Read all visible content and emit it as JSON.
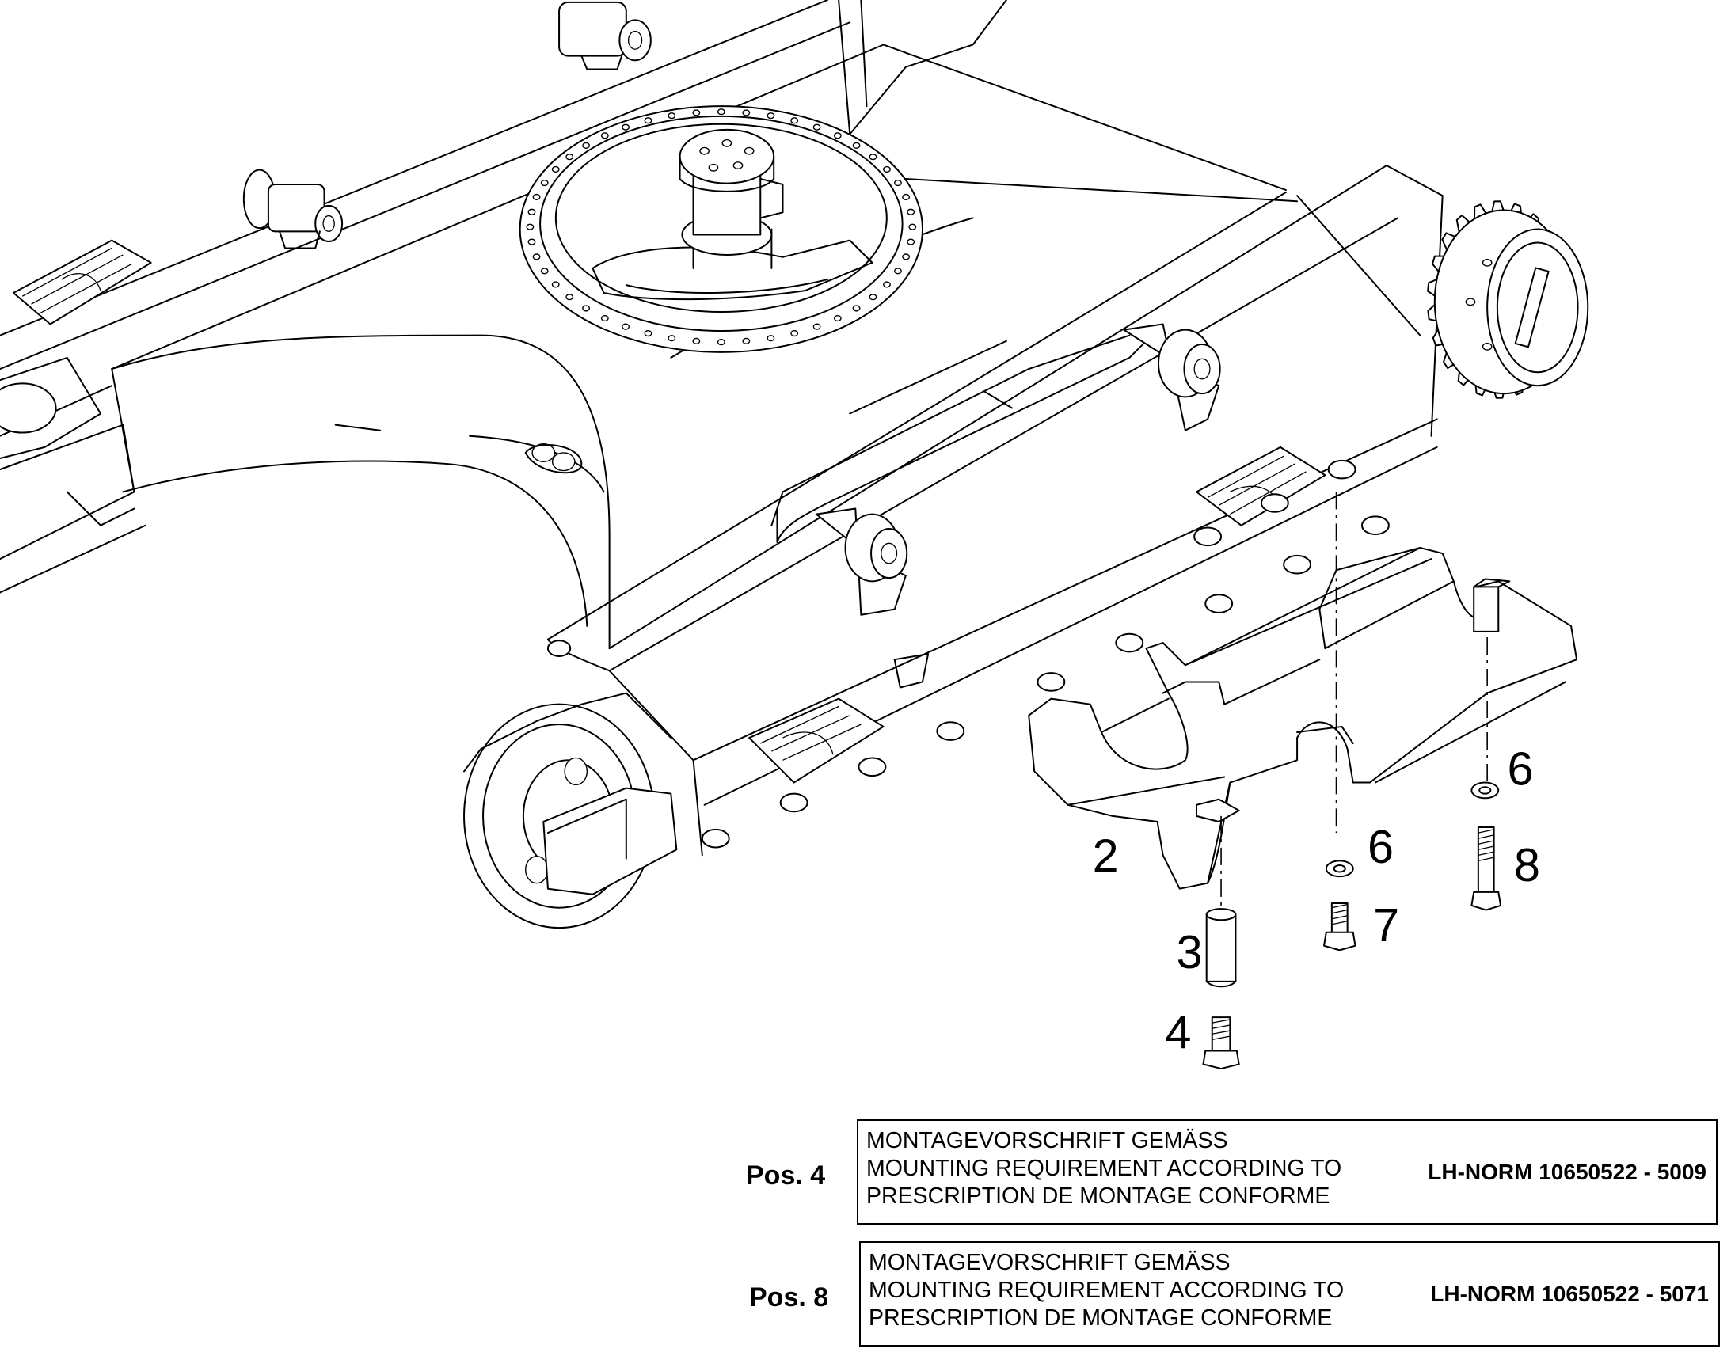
{
  "callouts": [
    {
      "id": "2",
      "text": "2"
    },
    {
      "id": "3",
      "text": "3"
    },
    {
      "id": "4",
      "text": "4"
    },
    {
      "id": "6a",
      "text": "6"
    },
    {
      "id": "6b",
      "text": "6"
    },
    {
      "id": "7",
      "text": "7"
    },
    {
      "id": "8",
      "text": "8"
    }
  ],
  "notes": [
    {
      "pos_label": "Pos. 4",
      "lines": [
        "MONTAGEVORSCHRIFT GEMÄSS",
        "MOUNTING REQUIREMENT ACCORDING TO",
        "PRESCRIPTION DE MONTAGE CONFORME"
      ],
      "norm": "LH-NORM 10650522 - 5009"
    },
    {
      "pos_label": "Pos. 8",
      "lines": [
        "MONTAGEVORSCHRIFT GEMÄSS",
        "MOUNTING REQUIREMENT ACCORDING TO",
        "PRESCRIPTION DE MONTAGE CONFORME"
      ],
      "norm": "LH-NORM 10650522 - 5071"
    }
  ]
}
